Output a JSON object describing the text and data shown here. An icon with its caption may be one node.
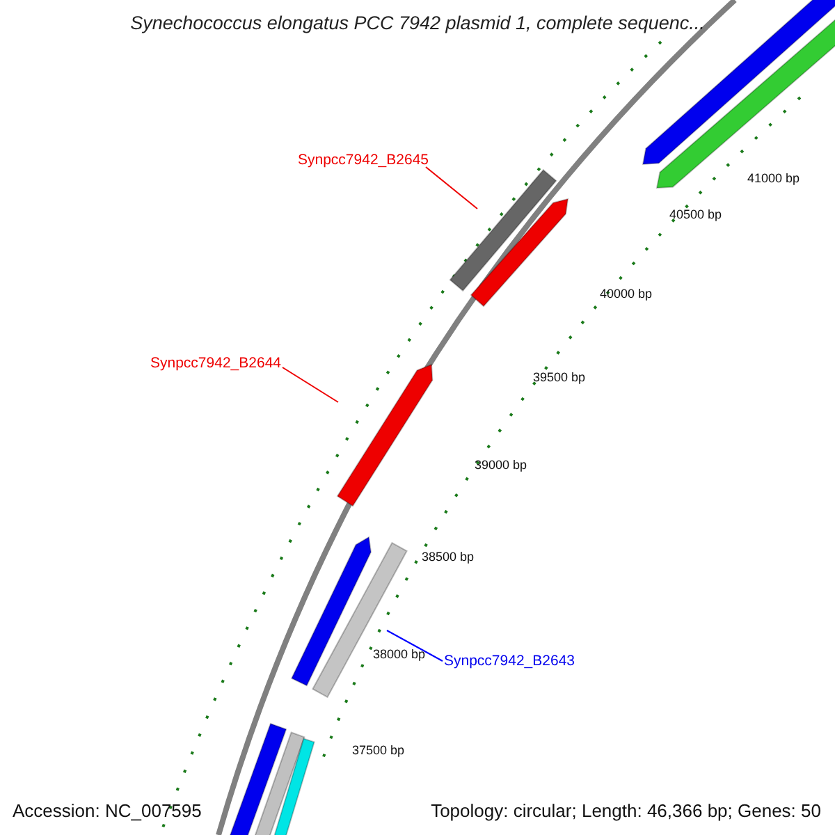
{
  "diagram": {
    "title": "Synechococcus elongatus PCC 7942 plasmid 1, complete sequenc...",
    "nodes": [
      {
        "text": [
          "Synpcc7942_B2645"
        ]
      },
      {
        "text": [],
        "shape": "bar"
      },
      {
        "text": [
          "Synpcc7942_B2644"
        ]
      },
      {
        "text": [],
        "shape": "bar"
      },
      {
        "text": [
          "Synpcc7942_B2643"
        ]
      },
      {
        "text": [],
        "shape": "bar"
      }
    ],
    "edges": [
      {
        "from": 0,
        "to": 1,
        "arrow": "none"
      },
      {
        "from": 2,
        "to": 3,
        "arrow": "none"
      },
      {
        "from": 4,
        "to": 5,
        "arrow": "none",
        "color": "#0000ff"
      }
    ],
    "labels": [
      "41000 bp",
      "40500 bp",
      "40000 bp",
      "39500 bp",
      "39000 bp",
      "38500 bp",
      "38000 bp",
      "37500 bp",
      "Accession: NC_007595",
      "Topology: circular; Length: 46,366 bp; Genes: 50"
    ]
  }
}
